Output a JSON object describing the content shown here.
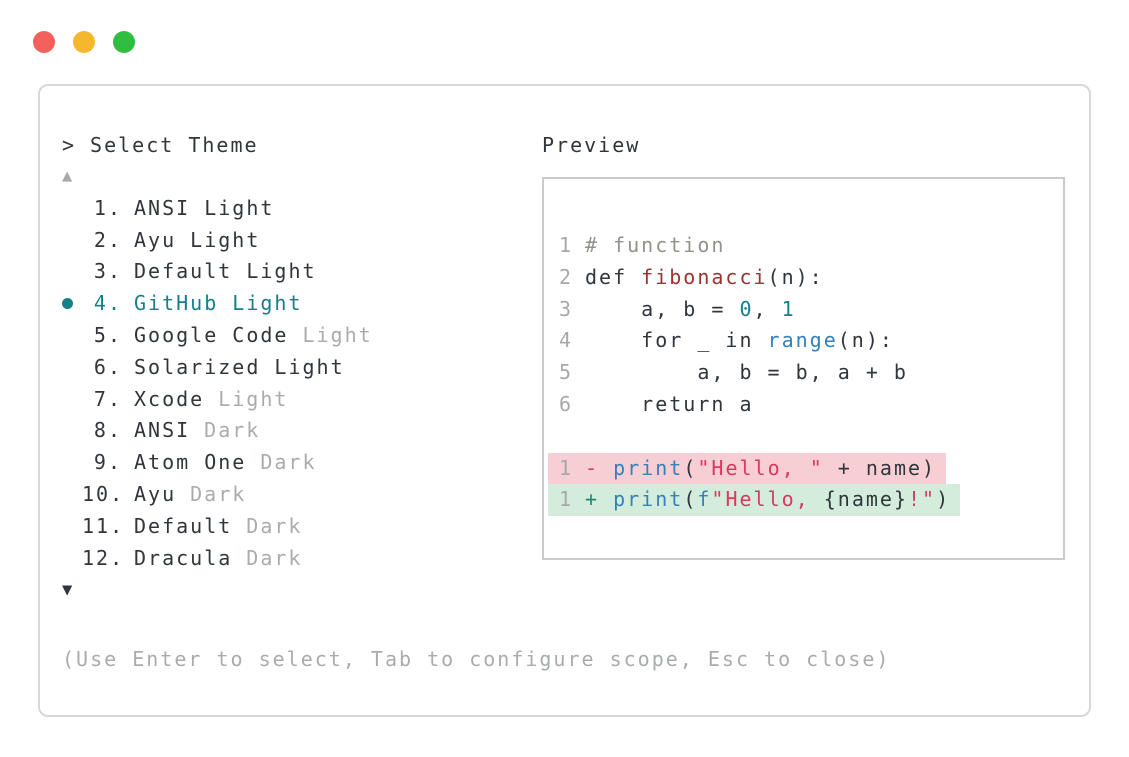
{
  "colors": {
    "traffic_red": "#f4615c",
    "traffic_yellow": "#f5b72b",
    "traffic_green": "#2fbe3f",
    "window_border": "#d8d8d8",
    "box_border": "#cbcbcb",
    "text": "#30363c",
    "dim": "#a9acae",
    "accent_teal": "#15808a",
    "line_number": "#a6a9ab",
    "comment": "#8f948b",
    "function_red": "#9d332c",
    "number_teal": "#15808d",
    "builtin_blue": "#3381bd",
    "string_red": "#d93a5e",
    "diff_plus": "#1d8a73",
    "diff_minus": "#d93a5e",
    "removed_bg": "#f7ced4",
    "added_bg": "#d3ecdb"
  },
  "theme_selector": {
    "prompt_symbol": ">",
    "title": "Select Theme",
    "scroll_up_symbol": "▲",
    "scroll_down_symbol": "▼",
    "items": [
      {
        "number": "1.",
        "name": "ANSI Light",
        "dim_suffix": "",
        "selected": false
      },
      {
        "number": "2.",
        "name": "Ayu Light",
        "dim_suffix": "",
        "selected": false
      },
      {
        "number": "3.",
        "name": "Default Light",
        "dim_suffix": "",
        "selected": false
      },
      {
        "number": "4.",
        "name": "GitHub Light",
        "dim_suffix": "",
        "selected": true
      },
      {
        "number": "5.",
        "name": "Google Code",
        "dim_suffix": "Light",
        "selected": false
      },
      {
        "number": "6.",
        "name": "Solarized Light",
        "dim_suffix": "",
        "selected": false
      },
      {
        "number": "7.",
        "name": "Xcode",
        "dim_suffix": "Light",
        "selected": false
      },
      {
        "number": "8.",
        "name": "ANSI",
        "dim_suffix": "Dark",
        "selected": false
      },
      {
        "number": "9.",
        "name": "Atom One",
        "dim_suffix": "Dark",
        "selected": false
      },
      {
        "number": "10.",
        "name": "Ayu",
        "dim_suffix": "Dark",
        "selected": false
      },
      {
        "number": "11.",
        "name": "Default",
        "dim_suffix": "Dark",
        "selected": false
      },
      {
        "number": "12.",
        "name": "Dracula",
        "dim_suffix": "Dark",
        "selected": false
      }
    ],
    "hint": "(Use Enter to select, Tab to configure scope, Esc to close)"
  },
  "preview": {
    "label": "Preview",
    "lines": [
      {
        "num": "1",
        "type": "code",
        "tokens": [
          {
            "t": "# function",
            "c": "comment"
          }
        ]
      },
      {
        "num": "2",
        "type": "code",
        "tokens": [
          {
            "t": "def ",
            "c": "default"
          },
          {
            "t": "fibonacci",
            "c": "function"
          },
          {
            "t": "(n):",
            "c": "default"
          }
        ]
      },
      {
        "num": "3",
        "type": "code",
        "tokens": [
          {
            "t": "    a, b = ",
            "c": "default"
          },
          {
            "t": "0",
            "c": "number"
          },
          {
            "t": ", ",
            "c": "default"
          },
          {
            "t": "1",
            "c": "number"
          }
        ]
      },
      {
        "num": "4",
        "type": "code",
        "tokens": [
          {
            "t": "    for _ in ",
            "c": "default"
          },
          {
            "t": "range",
            "c": "builtin"
          },
          {
            "t": "(n):",
            "c": "default"
          }
        ]
      },
      {
        "num": "5",
        "type": "code",
        "tokens": [
          {
            "t": "        a, b = b, a + b",
            "c": "default"
          }
        ]
      },
      {
        "num": "6",
        "type": "code",
        "tokens": [
          {
            "t": "    return a",
            "c": "default"
          }
        ]
      },
      {
        "num": "",
        "type": "blank",
        "tokens": []
      },
      {
        "num": "1",
        "type": "removed",
        "tokens": [
          {
            "t": "- ",
            "c": "minus"
          },
          {
            "t": "print",
            "c": "builtin"
          },
          {
            "t": "(",
            "c": "default"
          },
          {
            "t": "\"Hello, \"",
            "c": "string"
          },
          {
            "t": " + name)",
            "c": "default"
          }
        ]
      },
      {
        "num": "1",
        "type": "added",
        "tokens": [
          {
            "t": "+ ",
            "c": "plus"
          },
          {
            "t": "print",
            "c": "builtin"
          },
          {
            "t": "(",
            "c": "default"
          },
          {
            "t": "f",
            "c": "builtin"
          },
          {
            "t": "\"Hello, ",
            "c": "string"
          },
          {
            "t": "{name}",
            "c": "default"
          },
          {
            "t": "!\"",
            "c": "string"
          },
          {
            "t": ")",
            "c": "default"
          }
        ]
      }
    ]
  }
}
